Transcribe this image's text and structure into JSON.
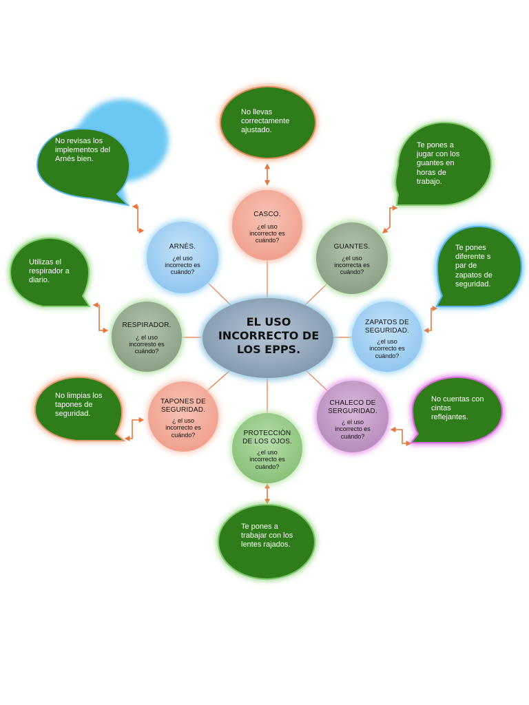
{
  "center": {
    "title": "EL USO INCORRECTO DE LOS EPPS."
  },
  "nodes": {
    "casco": {
      "title": "CASCO.",
      "question": "¿el uso incorrecto es cuándo?"
    },
    "arnes": {
      "title": "ARNÈS.",
      "question": "¿el uso incorrecto es cuándo?"
    },
    "guantes": {
      "title": "GUANTES.",
      "question": "¿el uso incorrecta es cuándo?"
    },
    "respirador": {
      "title": "RESPIRADOR.",
      "question": "¿ el uso incorresto es cuándo?"
    },
    "zapatos": {
      "title": "ZAPATOS DE SEGURIDAD.",
      "question": "¿el uso incorrecto es cuándo?"
    },
    "tapones": {
      "title": "TAPONES DE SEGURIDAD.",
      "question": "¿ el uso incorrecto es cuándo?"
    },
    "chaleco": {
      "title": "CHALECO DE SERGURIDAD.",
      "question": "¿ el uso incorrecto es cuándo?"
    },
    "proteccion": {
      "title": "PROTECCIÒN DE LOS OJOS.",
      "question": "¿el uso incorrecto es cuándo?"
    }
  },
  "bubbles": {
    "casco": {
      "text": "No llevas correctamente ajustado."
    },
    "arnes": {
      "text": "No revisas los implementos del Arnés bien."
    },
    "guantes": {
      "text": "Te pones a jugar con los guantes en horas de trabajo."
    },
    "respirador": {
      "text": "Utilizas el respirador a diario."
    },
    "zapatos": {
      "text": "Te pones diferente s par de zapatos de seguridad."
    },
    "tapones": {
      "text": "No limpias los tapones de seguridad."
    },
    "chaleco": {
      "text": "No cuentas con cintas reflejantes."
    },
    "proteccion": {
      "text": "Te pones a trabajar con los lentes rajados."
    }
  },
  "colors": {
    "bubble_fill": "#2e7d1a",
    "center_fill": "#8fa4b8",
    "connector": "#e8743b",
    "glow_blue": "#6cc8f2",
    "glow_orange": "#f0b08a",
    "glow_green": "#9fd98e",
    "glow_pink": "#e07ae3",
    "node_salmon": "#f5b0a0",
    "node_blue": "#a8d4f4",
    "node_gray": "#9fb39a",
    "node_purple": "#c9a2cc",
    "node_green": "#9ccf8e"
  }
}
